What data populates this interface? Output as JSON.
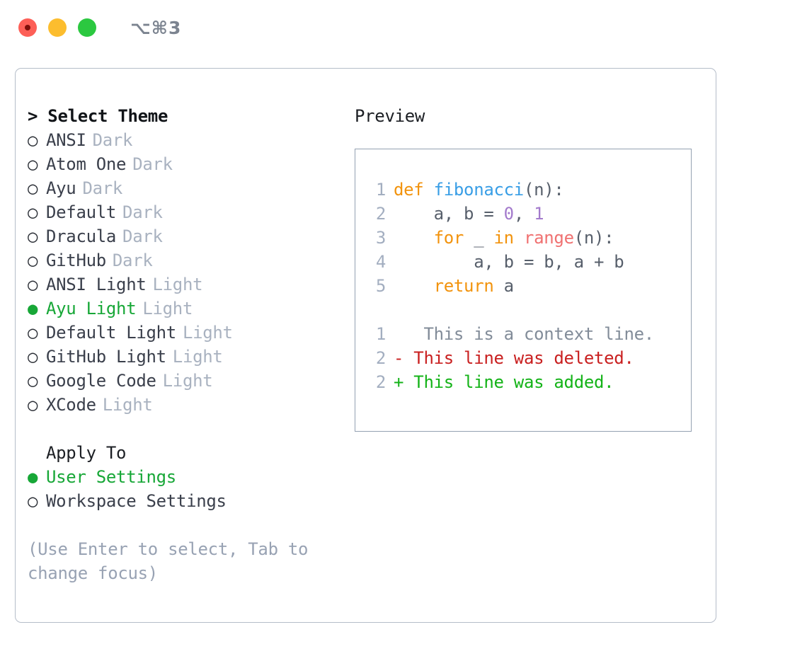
{
  "window": {
    "traffic_lights": [
      "close-button",
      "minimize-button",
      "zoom-button"
    ],
    "shortcut_label": "⌥⌘3",
    "colors": {
      "close": "#fd5f57",
      "minimize": "#fcbd2e",
      "zoom": "#2bc840",
      "accent_green": "#17a737",
      "muted": "#98a2b3"
    }
  },
  "theme_picker": {
    "header": "> Select Theme",
    "header_prefix": ">",
    "header_text": "Select Theme",
    "items": [
      {
        "bullet": "○",
        "name": "ANSI",
        "badge": "Dark",
        "selected": false
      },
      {
        "bullet": "○",
        "name": "Atom One",
        "badge": "Dark",
        "selected": false
      },
      {
        "bullet": "○",
        "name": "Ayu",
        "badge": "Dark",
        "selected": false
      },
      {
        "bullet": "○",
        "name": "Default",
        "badge": "Dark",
        "selected": false
      },
      {
        "bullet": "○",
        "name": "Dracula",
        "badge": "Dark",
        "selected": false
      },
      {
        "bullet": "○",
        "name": "GitHub",
        "badge": "Dark",
        "selected": false
      },
      {
        "bullet": "○",
        "name": "ANSI Light",
        "badge": "Light",
        "selected": false
      },
      {
        "bullet": "●",
        "name": "Ayu Light",
        "badge": "Light",
        "selected": true
      },
      {
        "bullet": "○",
        "name": "Default Light",
        "badge": "Light",
        "selected": false
      },
      {
        "bullet": "○",
        "name": "GitHub Light",
        "badge": "Light",
        "selected": false
      },
      {
        "bullet": "○",
        "name": "Google Code",
        "badge": "Light",
        "selected": false
      },
      {
        "bullet": "○",
        "name": "XCode",
        "badge": "Light",
        "selected": false
      }
    ]
  },
  "apply_to": {
    "header": "Apply To",
    "items": [
      {
        "bullet": "●",
        "name": "User Settings",
        "selected": true
      },
      {
        "bullet": "○",
        "name": "Workspace Settings",
        "selected": false
      }
    ]
  },
  "hint": "(Use Enter to select, Tab to change focus)",
  "preview": {
    "title": "Preview",
    "code_lines": [
      {
        "number": "1",
        "tokens": [
          {
            "text": "def ",
            "kind": "keyword"
          },
          {
            "text": "fibonacci",
            "kind": "function"
          },
          {
            "text": "(n):",
            "kind": "punctuation"
          }
        ]
      },
      {
        "number": "2",
        "tokens": [
          {
            "text": "    a, b = ",
            "kind": "plain"
          },
          {
            "text": "0",
            "kind": "number"
          },
          {
            "text": ", ",
            "kind": "plain"
          },
          {
            "text": "1",
            "kind": "number"
          }
        ]
      },
      {
        "number": "3",
        "tokens": [
          {
            "text": "    ",
            "kind": "plain"
          },
          {
            "text": "for",
            "kind": "keyword"
          },
          {
            "text": " _ ",
            "kind": "plain"
          },
          {
            "text": "in",
            "kind": "keyword"
          },
          {
            "text": " ",
            "kind": "plain"
          },
          {
            "text": "range",
            "kind": "builtin"
          },
          {
            "text": "(n):",
            "kind": "punctuation"
          }
        ]
      },
      {
        "number": "4",
        "tokens": [
          {
            "text": "        a, b = b, a + b",
            "kind": "plain"
          }
        ]
      },
      {
        "number": "5",
        "tokens": [
          {
            "text": "    ",
            "kind": "plain"
          },
          {
            "text": "return",
            "kind": "keyword"
          },
          {
            "text": " a",
            "kind": "plain"
          }
        ]
      }
    ],
    "diff_lines": [
      {
        "number": "1",
        "marker": " ",
        "text": "  This is a context line.",
        "kind": "context"
      },
      {
        "number": "2",
        "marker": "-",
        "text": " This line was deleted.",
        "kind": "deleted"
      },
      {
        "number": "2",
        "marker": "+",
        "text": " This line was added.",
        "kind": "added"
      }
    ],
    "syntax_colors": {
      "keyword": "#f2930d",
      "function": "#399ee6",
      "number": "#a37acc",
      "builtin": "#f07171",
      "plain": "#575f6b",
      "line_number": "#a3aec0",
      "diff_context": "#828c99",
      "diff_deleted": "#c92020",
      "diff_added": "#14b318"
    }
  }
}
